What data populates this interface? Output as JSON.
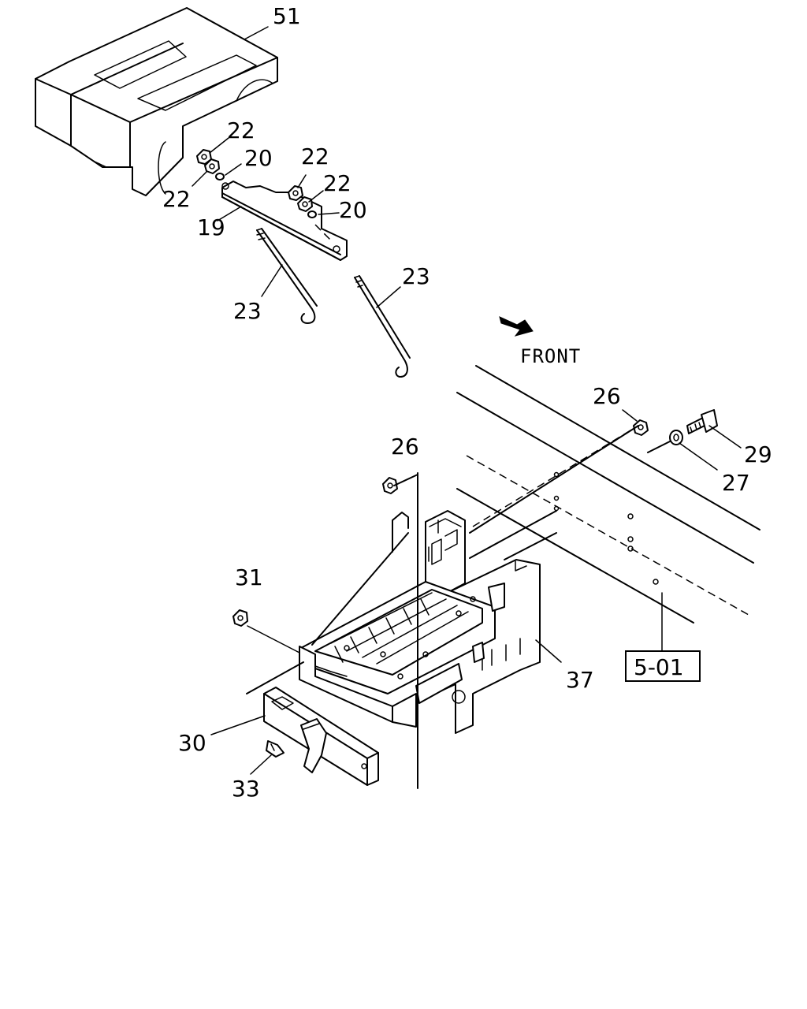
{
  "labels": {
    "p51": "51",
    "p22a": "22",
    "p22b": "22",
    "p20a": "20",
    "p22c": "22",
    "p22d": "22",
    "p20b": "20",
    "p19": "19",
    "p23a": "23",
    "p23b": "23",
    "front": "FRONT",
    "p26a": "26",
    "p29": "29",
    "p27": "27",
    "p26b": "26",
    "p31": "31",
    "p37": "37",
    "p30": "30",
    "p33": "33",
    "ref": "5-01"
  }
}
